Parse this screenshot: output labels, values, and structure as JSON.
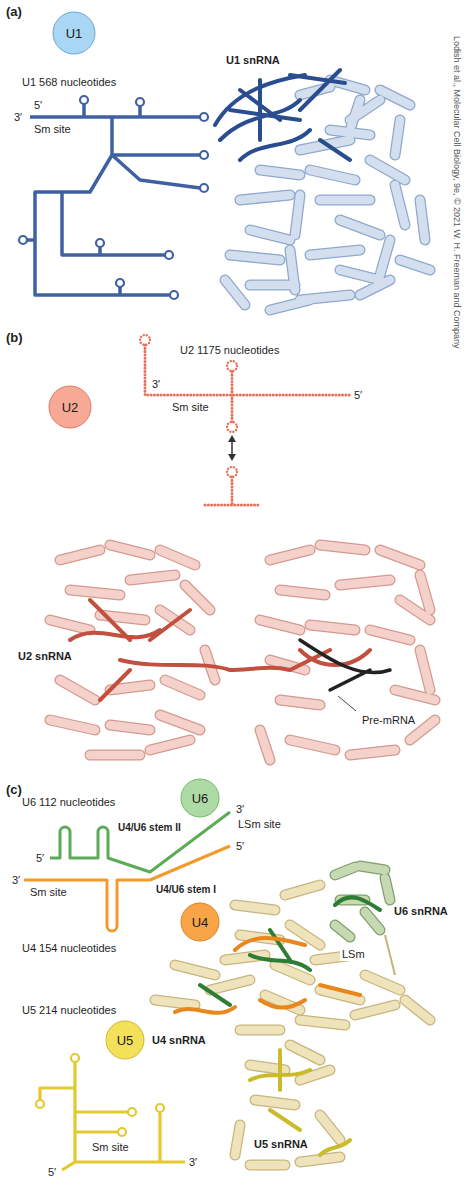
{
  "diagram": {
    "nodes": [
      {
        "text": [
          "U1"
        ]
      },
      {
        "text": [
          "U2"
        ]
      },
      {
        "text": [
          "U6"
        ]
      },
      {
        "text": [
          "U4"
        ]
      },
      {
        "text": [
          "U5"
        ]
      }
    ],
    "labels": [
      "(a)",
      "U1 568 nucleotides",
      "5′",
      "3′",
      "Sm site",
      "U1 snRNA",
      "Lodish et al., Molecular Cell Biology, 9e, © 2021 W. H. Freeman and Company",
      "(b)",
      "U2 1175 nucleotides",
      "3′",
      "5′",
      "Sm site",
      "U2 snRNA",
      "Pre-mRNA",
      "(c)",
      "U6 112 nucleotides",
      "U4/U6 stem II",
      "3′",
      "LSm site",
      "5′",
      "3′",
      "5′",
      "Sm site",
      "U4/U6 stem I",
      "U4 154 nucleotides",
      "U6 snRNA",
      "LSm",
      "U4 snRNA",
      "U5 snRNA",
      "U5 214 nucleotides",
      "Sm site",
      "3′",
      "5′"
    ]
  }
}
